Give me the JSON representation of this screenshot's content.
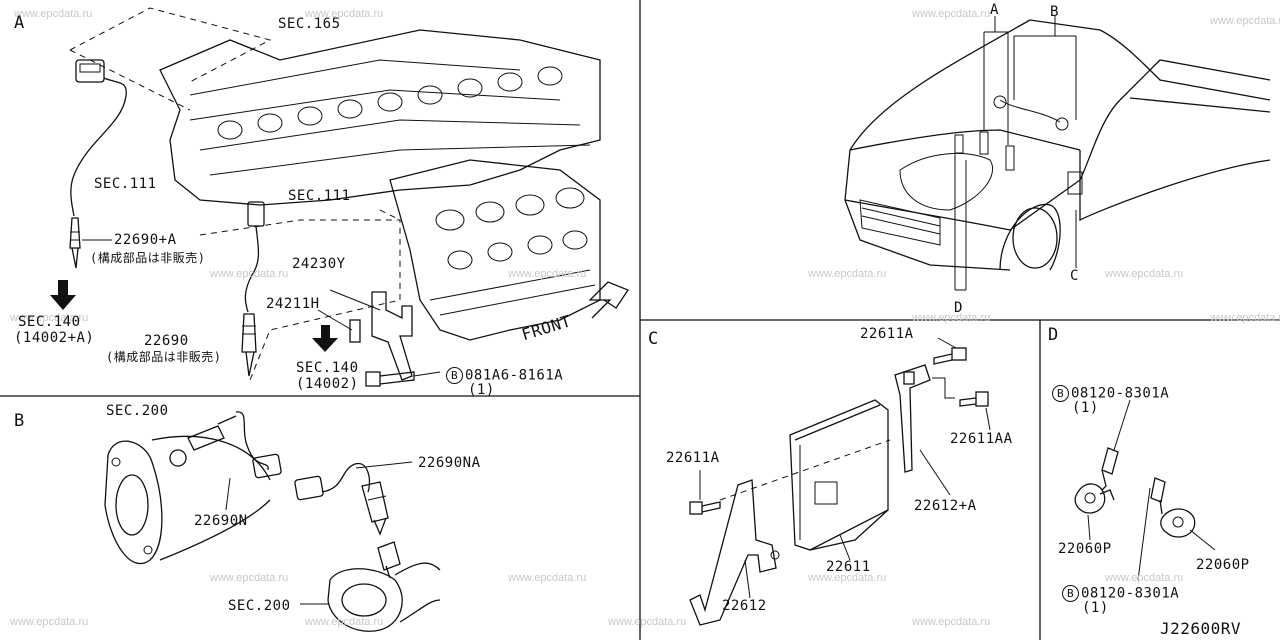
{
  "watermark": "www.epcdata.ru",
  "diagram_code": "J22600RV",
  "panels": {
    "A": {
      "letter": "A",
      "sec165": "SEC.165",
      "sec111_left": "SEC.111",
      "sec111_right": "SEC.111",
      "part_22690A": "22690+A",
      "note_22690A": "(構成部品は非販売)",
      "sec140_left": "SEC.140",
      "sec140_left_code": "(14002+A)",
      "part_22690": "22690",
      "note_22690": "(構成部品は非販売)",
      "part_24230Y": "24230Y",
      "part_24211H": "24211H",
      "sec140_mid": "SEC.140",
      "sec140_mid_code": "(14002)",
      "front": "FRONT",
      "bolt_badge": "B",
      "bolt_part": "081A6-8161A",
      "bolt_qty": "(1)"
    },
    "B": {
      "letter": "B",
      "sec200_top": "SEC.200",
      "part_22690NA": "22690NA",
      "part_22690N": "22690N",
      "sec200_bottom": "SEC.200"
    },
    "C": {
      "letter": "C",
      "part_22611A_top": "22611A",
      "part_22611AA": "22611AA",
      "part_22611A_left": "22611A",
      "part_22612A": "22612+A",
      "part_22611": "22611",
      "part_22612": "22612"
    },
    "D": {
      "letter": "D",
      "bolt_top_badge": "B",
      "bolt_top_part": "08120-8301A",
      "bolt_top_qty": "(1)",
      "part_22060P_left": "22060P",
      "part_22060P_right": "22060P",
      "bolt_bottom_badge": "B",
      "bolt_bottom_part": "08120-8301A",
      "bolt_bottom_qty": "(1)"
    },
    "car": {
      "callout_A": "A",
      "callout_B": "B",
      "callout_C": "C",
      "callout_D": "D"
    }
  }
}
